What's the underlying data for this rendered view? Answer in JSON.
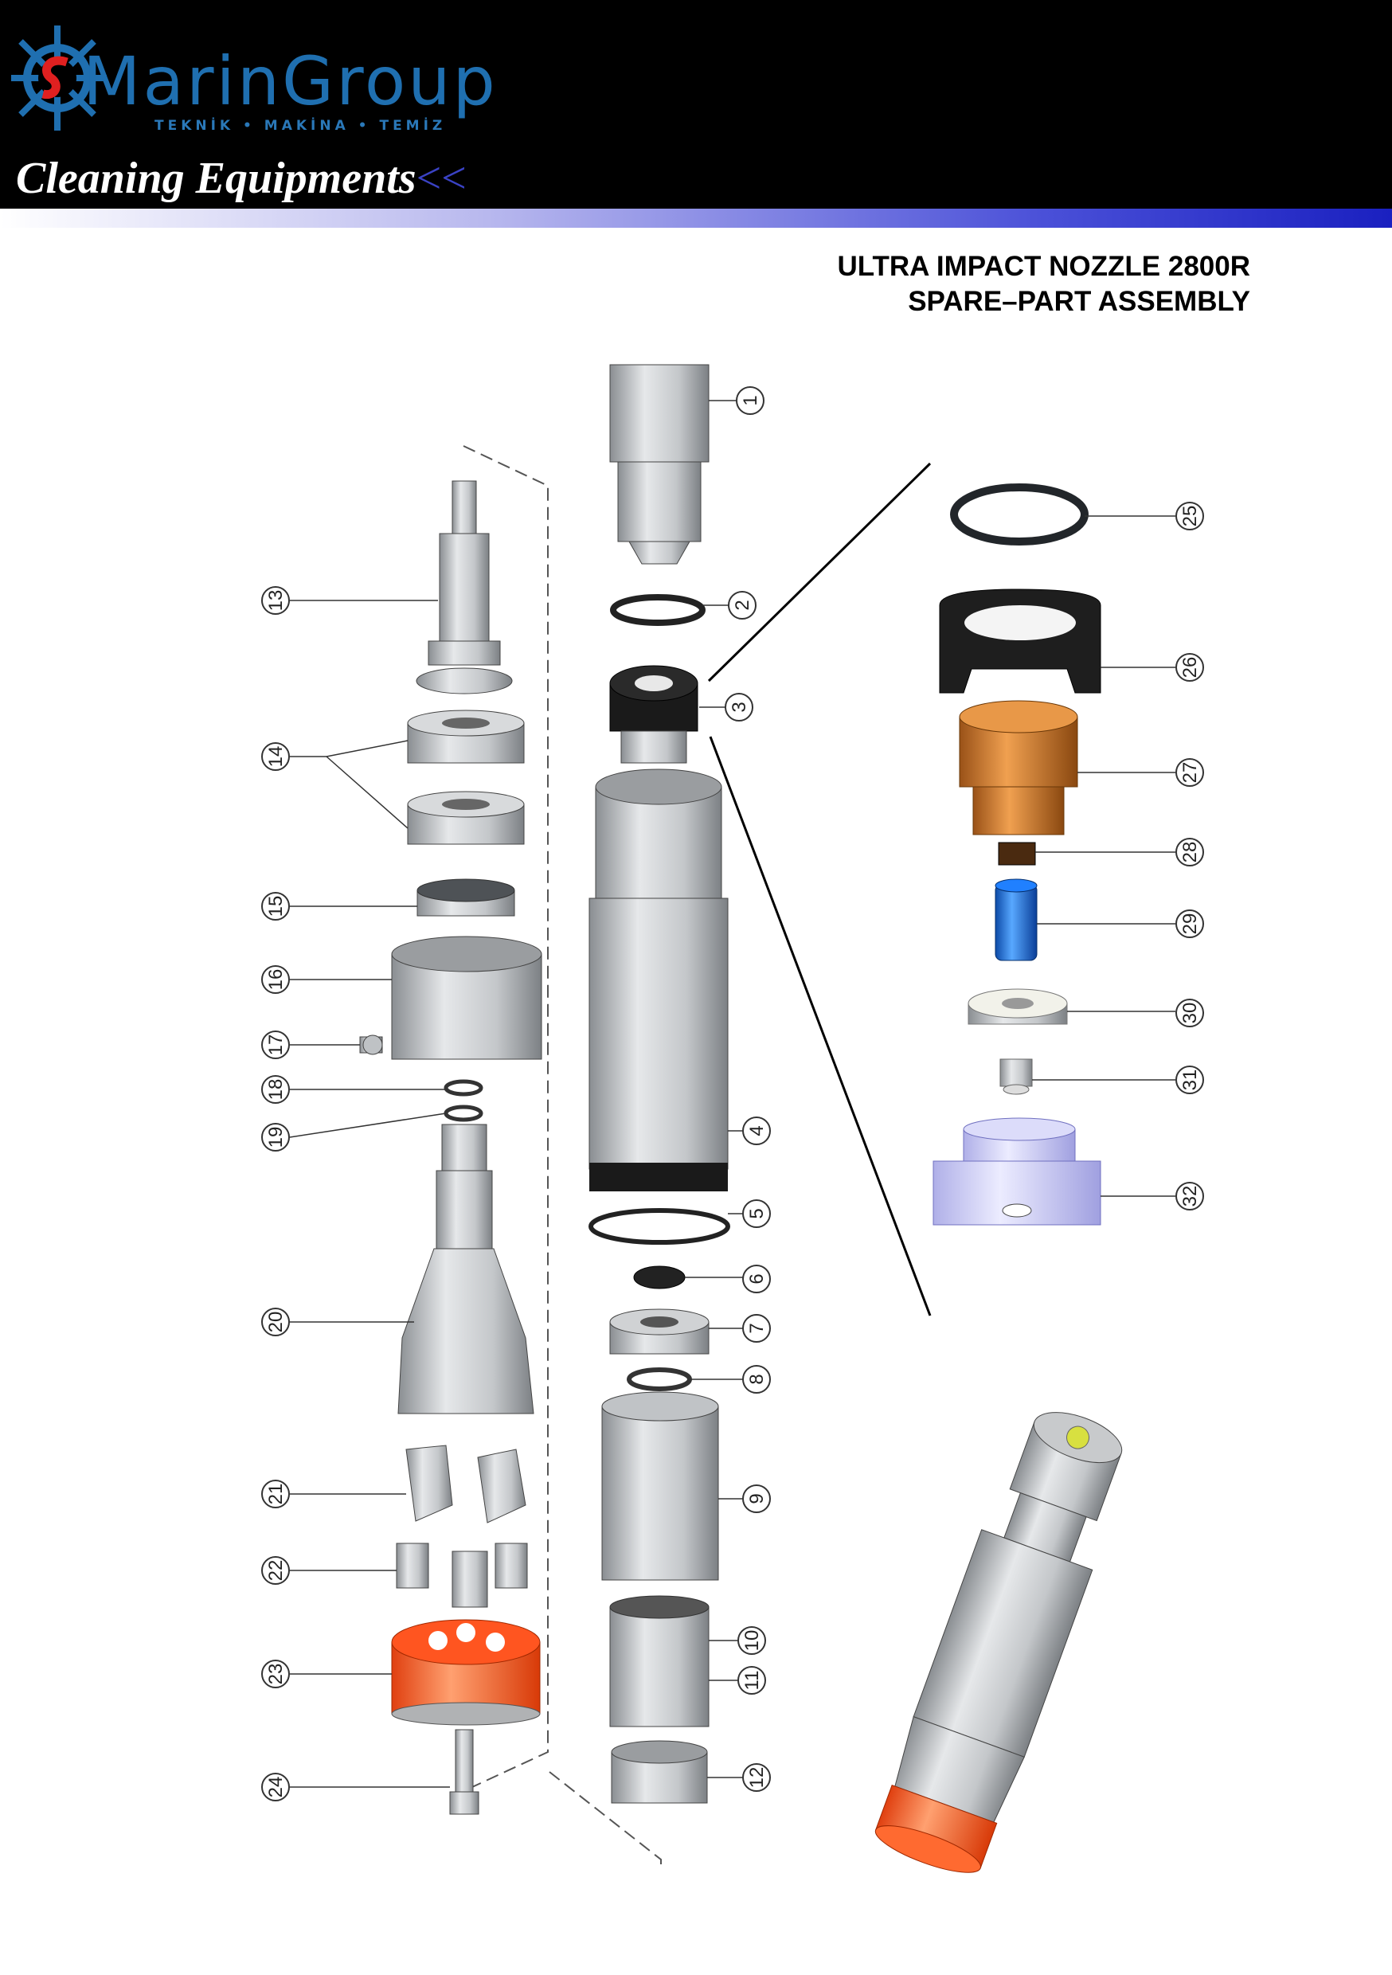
{
  "brand": {
    "name": "MarinGroup",
    "tagline": "TEKNİK • MAKİNA • TEMİZ",
    "slogan": "Cleaning Equipments",
    "slogan_arrows": "<<"
  },
  "title": {
    "line1": "ULTRA IMPACT NOZZLE 2800R",
    "line2": "SPARE–PART ASSEMBLY"
  },
  "callouts": {
    "c1": "1",
    "c2": "2",
    "c3": "3",
    "c4": "4",
    "c5": "5",
    "c6": "6",
    "c7": "7",
    "c8": "8",
    "c9": "9",
    "c10": "10",
    "c11": "11",
    "c12": "12",
    "c13": "13",
    "c14": "14",
    "c15": "15",
    "c16": "16",
    "c17": "17",
    "c18": "18",
    "c19": "19",
    "c20": "20",
    "c21": "21",
    "c22": "22",
    "c23": "23",
    "c24": "24",
    "c25": "25",
    "c26": "26",
    "c27": "27",
    "c28": "28",
    "c29": "29",
    "c30": "30",
    "c31": "31",
    "c32": "32"
  },
  "colors": {
    "header_bg": "#000000",
    "brand_blue": "#1f6fb0",
    "accent_red": "#e02020",
    "orange_part": "#ff5520",
    "bronze_part": "#d07a30",
    "blue_part": "#1a6fe0",
    "lavender_part": "#c8c8f4"
  }
}
